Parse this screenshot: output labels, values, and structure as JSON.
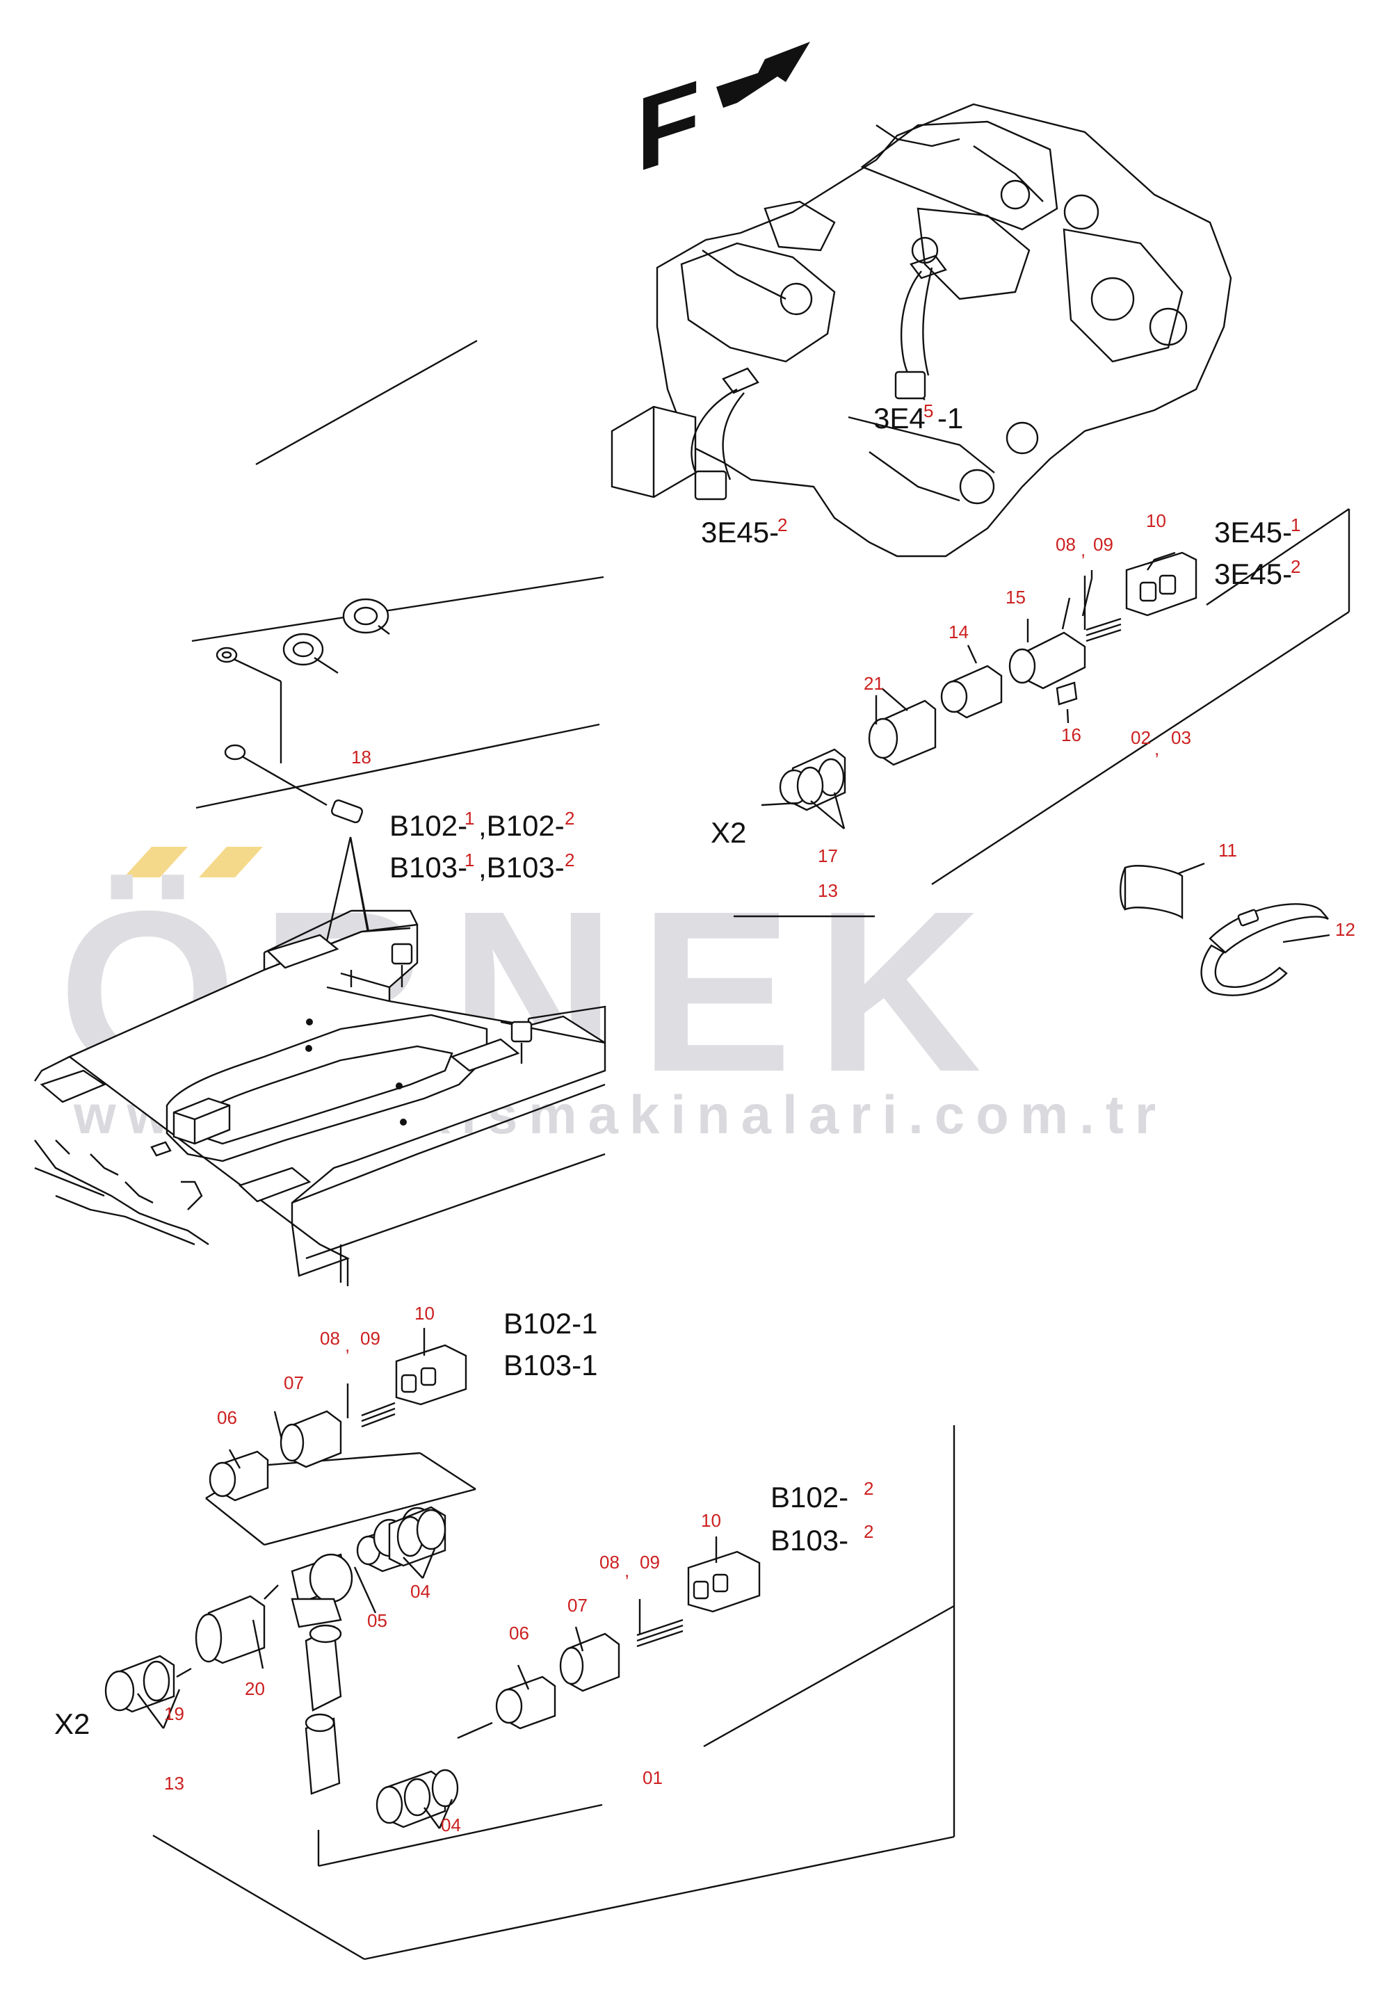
{
  "watermark": {
    "brand": "ÖRNEK",
    "url": "www.ornekismakinalari.com.tr",
    "accent_color": "#f5d98a"
  },
  "direction_marker": "F",
  "top_group": {
    "engine_callouts": {
      "left": {
        "base": "3E45-",
        "sup": "2"
      },
      "right": {
        "base": "3E4",
        "sup": "5",
        "tail": "-1"
      }
    },
    "sensor_refs": [
      {
        "base": "3E45-",
        "sup": "1"
      },
      {
        "base": "3E45-",
        "sup": "2"
      }
    ],
    "x2_label": "X2",
    "parts": [
      "10",
      "08",
      ",",
      "09",
      "15",
      "14",
      "21",
      "16",
      "02",
      ",",
      "03",
      "17",
      "13",
      "11",
      "12"
    ]
  },
  "middle_group": {
    "part_18": "18",
    "refs": [
      {
        "a_base": "B102-",
        "a_sup": "1",
        "b_base": ",B102-",
        "b_sup": "2"
      },
      {
        "a_base": "B103-",
        "a_sup": "1",
        "b_base": ",B103-",
        "b_sup": "2"
      }
    ]
  },
  "bottom_group": {
    "refs_1": [
      "B102-1",
      "B103-1"
    ],
    "refs_2": [
      {
        "base": "B102-",
        "sup": "2"
      },
      {
        "base": "B103-",
        "sup": "2"
      }
    ],
    "x2_label": "X2",
    "parts": [
      "10",
      "08",
      ",",
      "09",
      "07",
      "06",
      "04",
      "05",
      "20",
      "19",
      "13",
      "10",
      "08",
      ",",
      "09",
      "07",
      "06",
      "01",
      "04"
    ]
  }
}
